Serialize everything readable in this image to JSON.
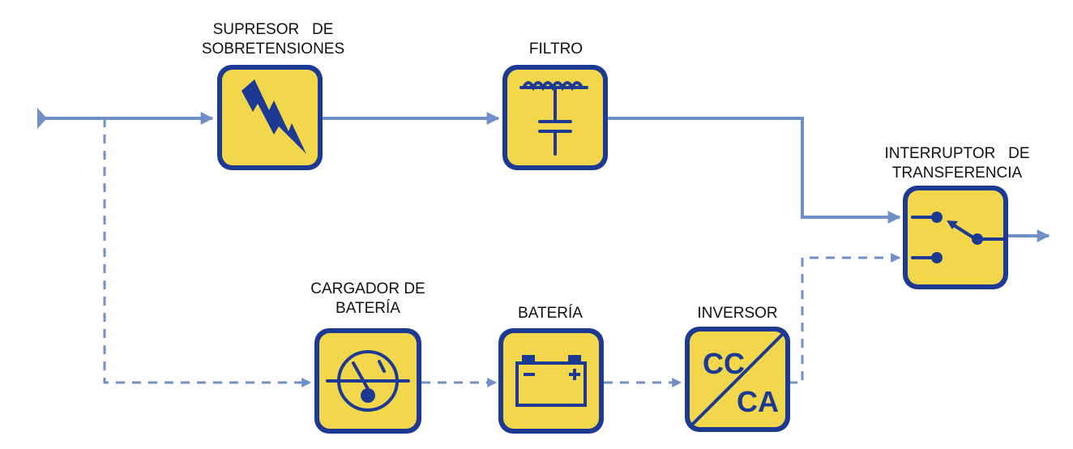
{
  "colors": {
    "line": "#6f8fc7",
    "block_fill": "#f2d64b",
    "block_stroke": "#1c3a94",
    "block_outer": "#ffffff",
    "icon": "#1c3a94",
    "text": "#111111"
  },
  "blocks": {
    "surge": {
      "label_line1": "SUPRESOR   DE",
      "label_line2": "SOBRETENSIONES",
      "icon": "lightning-icon"
    },
    "filter": {
      "label": "FILTRO",
      "icon": "inductor-capacitor-icon"
    },
    "switch": {
      "label_line1": "INTERRUPTOR   DE",
      "label_line2": "TRANSFERENCIA",
      "icon": "transfer-switch-icon"
    },
    "charger": {
      "label_line1": "CARGADOR DE",
      "label_line2": "BATERÍA",
      "icon": "gauge-icon"
    },
    "battery": {
      "label": "BATERÍA",
      "icon": "battery-icon",
      "minus": "−",
      "plus": "+"
    },
    "inverter": {
      "label": "INVERSOR",
      "icon": "dc-ac-icon",
      "dc": "CC",
      "ac": "CA"
    }
  }
}
